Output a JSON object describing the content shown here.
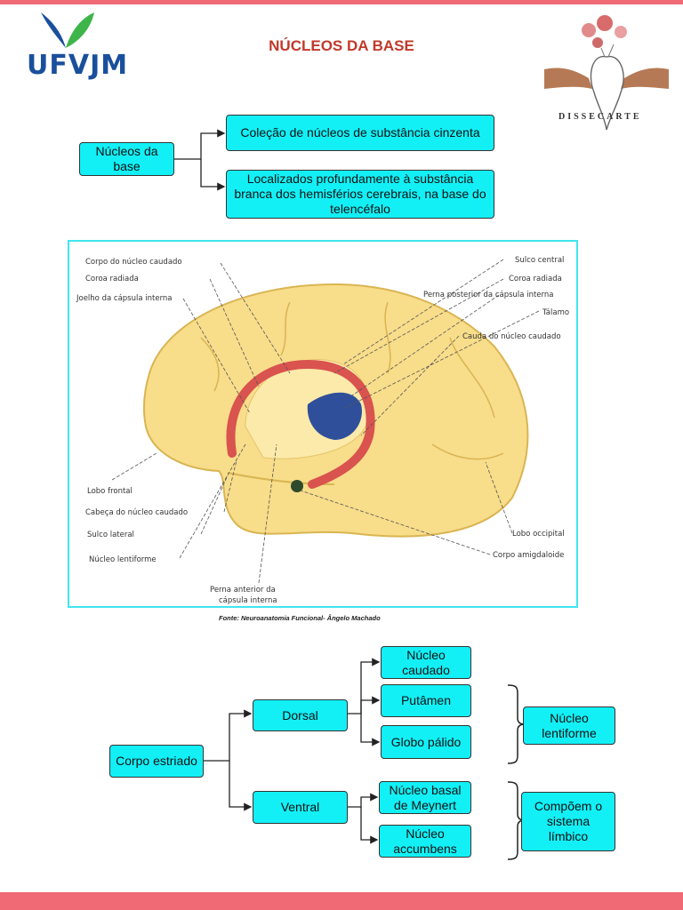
{
  "header": {
    "title": "NÚCLEOS DA BASE",
    "logo_text": "UFVJM",
    "brand_text": "DISSECARTE"
  },
  "colors": {
    "accent": "#ef6a74",
    "box_fill": "#12f0f6",
    "title": "#c0392b",
    "logo": "#1a4f9c"
  },
  "concept_map_top": {
    "root": "Núcleos da base",
    "items": [
      "Coleção de núcleos de substância cinzenta",
      "Localizados profundamente à substância branca dos hemisférios cerebrais, na base do telencéfalo"
    ]
  },
  "figure": {
    "labels_left": [
      "Corpo do núcleo caudado",
      "Coroa radiada",
      "Joelho da cápsula interna",
      "Lobo frontal",
      "Cabeça do núcleo caudado",
      "Sulco lateral",
      "Núcleo lentiforme"
    ],
    "labels_right": [
      "Sulco central",
      "Coroa radiada",
      "Perna posterior da cápsula interna",
      "Tálamo",
      "Cauda do núcleo caudado",
      "Lobo occipital",
      "Corpo amigdaloide"
    ],
    "label_bottom_1": "Perna anterior da",
    "label_bottom_2": "cápsula interna",
    "source": "Fonte: Neuroanatomia Funcional- Ângelo Machado"
  },
  "concept_map_bottom": {
    "root": "Corpo estriado",
    "dorsal": "Dorsal",
    "ventral": "Ventral",
    "dorsal_items": [
      "Núcleo caudado",
      "Putâmen",
      "Globo pálido"
    ],
    "ventral_items": [
      "Núcleo basal de Meynert",
      "Núcleo accumbens"
    ],
    "lentiforme": "Núcleo lentiforme",
    "limbico": "Compõem o sistema límbico"
  }
}
